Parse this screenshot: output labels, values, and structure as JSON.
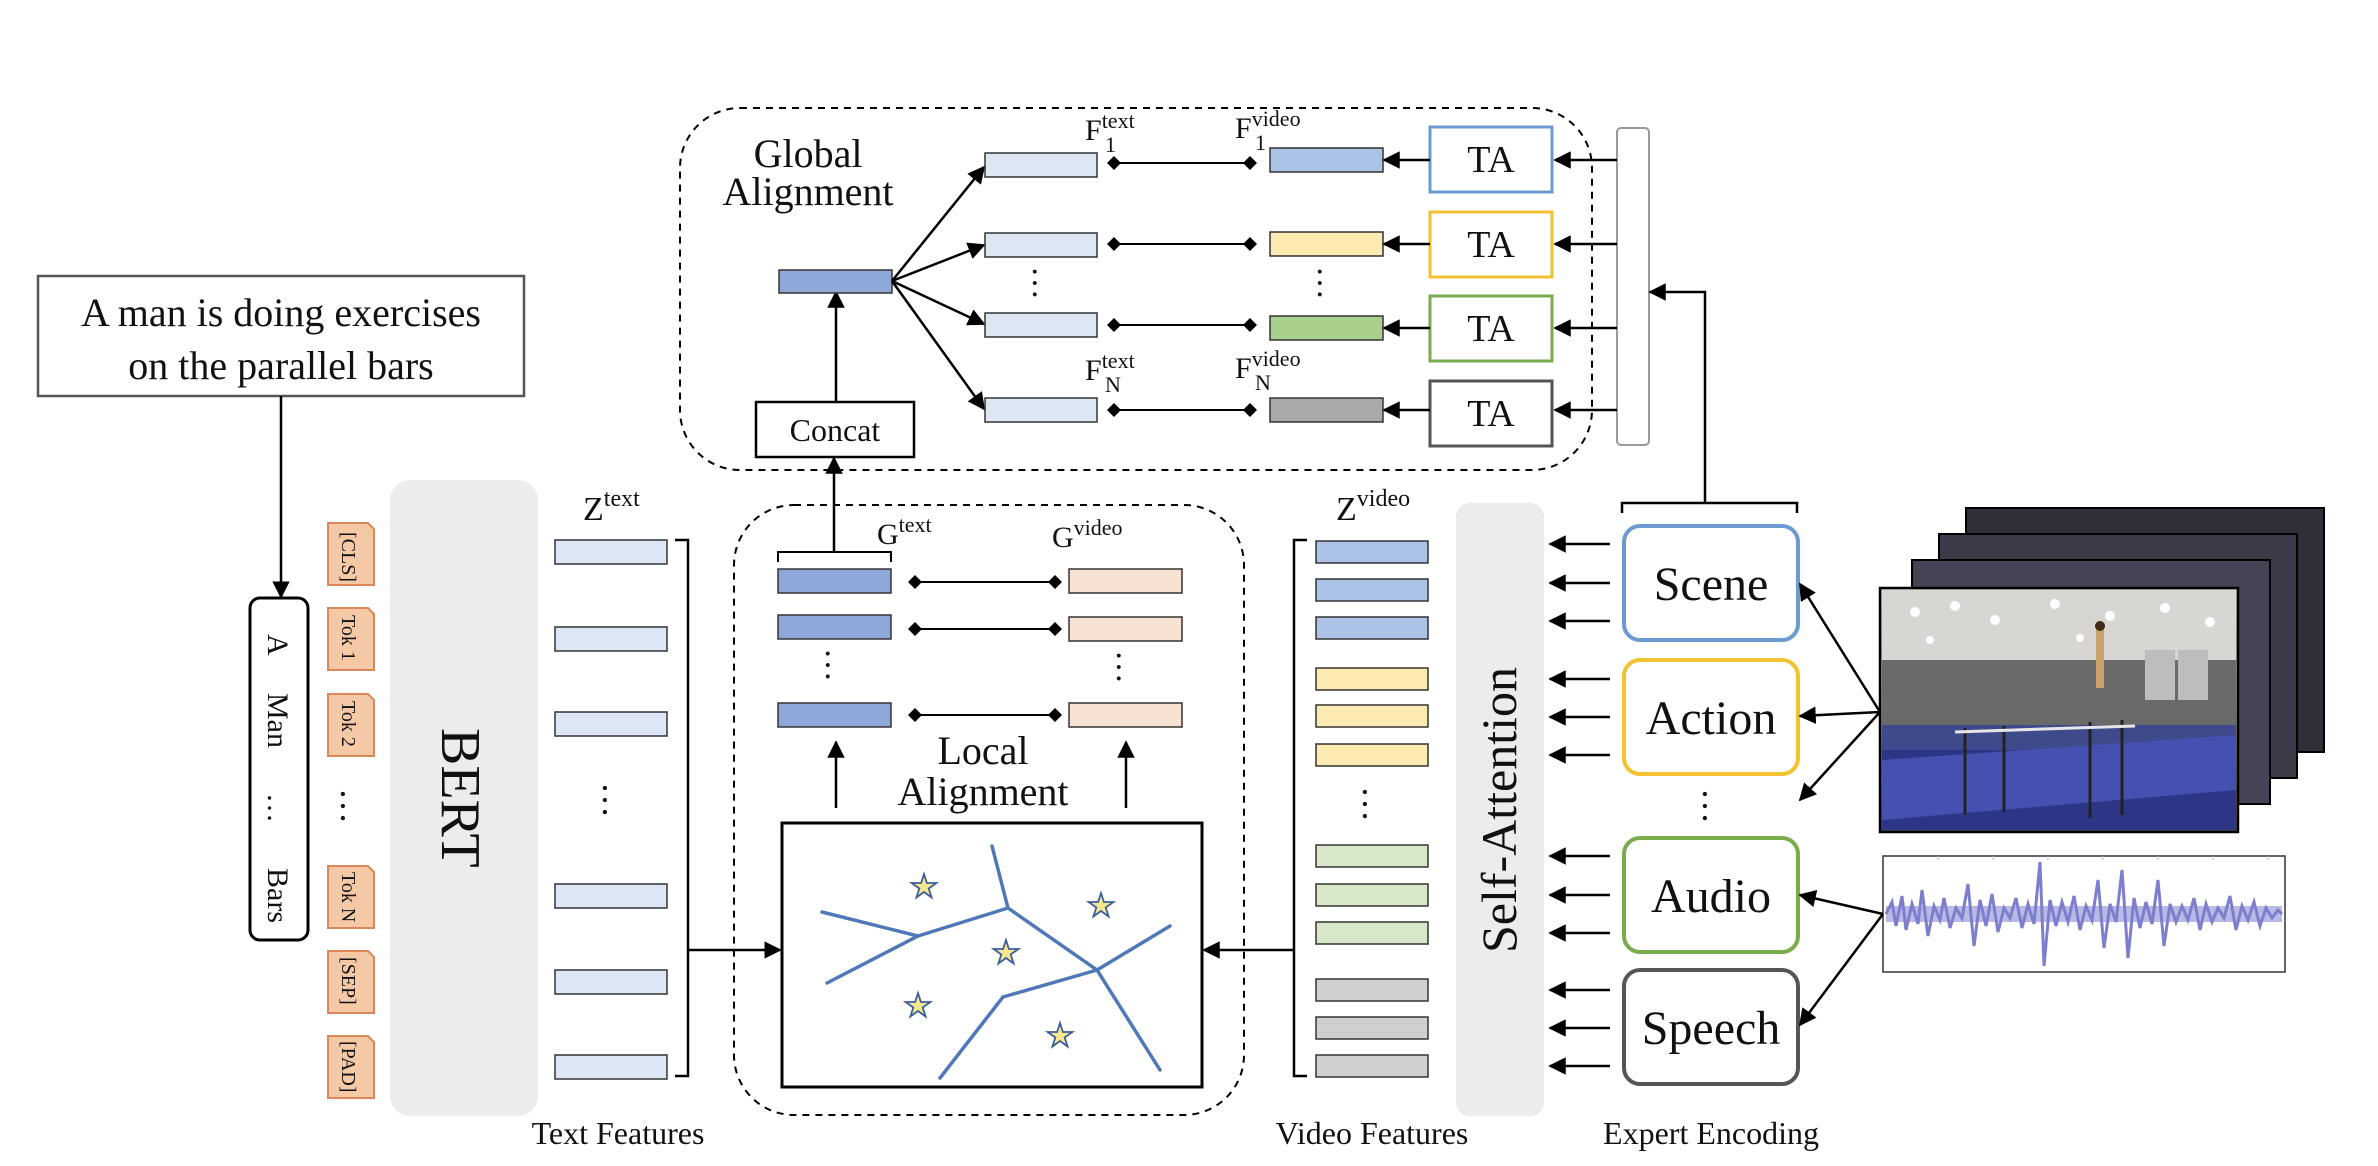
{
  "caption_box": {
    "line1": "A man is doing exercises",
    "line2": "on the parallel bars"
  },
  "token_words": [
    "A",
    "Man",
    "…",
    "Bars"
  ],
  "bert_tokens": [
    "[CLS]",
    "Tok 1",
    "Tok 2",
    "Tok N",
    "[SEP]",
    "[PAD]"
  ],
  "token_dots": "…",
  "bert_label": "BERT",
  "z_text": {
    "base": "Z",
    "sup": "text"
  },
  "z_video": {
    "base": "Z",
    "sup": "video"
  },
  "g_text": {
    "base": "G",
    "sup": "text"
  },
  "g_video": {
    "base": "G",
    "sup": "video"
  },
  "local_alignment": {
    "line1": "Local",
    "line2": "Alignment"
  },
  "global_alignment": {
    "line1": "Global",
    "line2": "Alignment"
  },
  "concat_label": "Concat",
  "f1_text": {
    "base": "F",
    "sub": "1",
    "sup": "text"
  },
  "f1_video": {
    "base": "F",
    "sub": "1",
    "sup": "video"
  },
  "fn_text": {
    "base": "F",
    "sub": "N",
    "sup": "text"
  },
  "fn_video": {
    "base": "F",
    "sub": "N",
    "sup": "video"
  },
  "ta_label": "TA",
  "self_attention_label": "Self-Attention",
  "experts": [
    "Scene",
    "Action",
    "Audio",
    "Speech"
  ],
  "captions": {
    "text_features": "Text Features",
    "video_features": "Video Features",
    "expert_encoding": "Expert Encoding"
  },
  "colors": {
    "text_feature": "#dde6f4",
    "g_text": "#8ea6d8",
    "g_video": "#f6e1d2",
    "token_tag": "#f6c9a6",
    "token_tag_border": "#d9885a",
    "scene": "#6c9bd2",
    "action": "#f2c230",
    "audio": "#7aab4c",
    "speech": "#555555",
    "video_blue": "#aac3e6",
    "video_yellow": "#fdeab0",
    "video_green": "#d6e8c8",
    "video_gray": "#cfcfcf",
    "ta_yellow_fill": "#fde9a6",
    "ta_green_fill": "#a8cf8c",
    "ta_gray_fill": "#a9a9a9",
    "voronoi": "#4f78b8",
    "waveform": "#7d7fce"
  }
}
